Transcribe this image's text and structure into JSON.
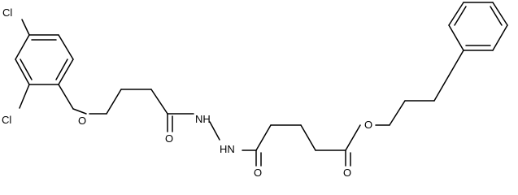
{
  "molecule": {
    "labels": {
      "cl_top": "Cl",
      "cl_left": "Cl",
      "o_ether1": "O",
      "o_carbonyl1": "O",
      "nh_1": "NH",
      "nh_2": "HN",
      "o_carbonyl2": "O",
      "o_carbonyl3": "O",
      "o_ester": "O"
    }
  }
}
